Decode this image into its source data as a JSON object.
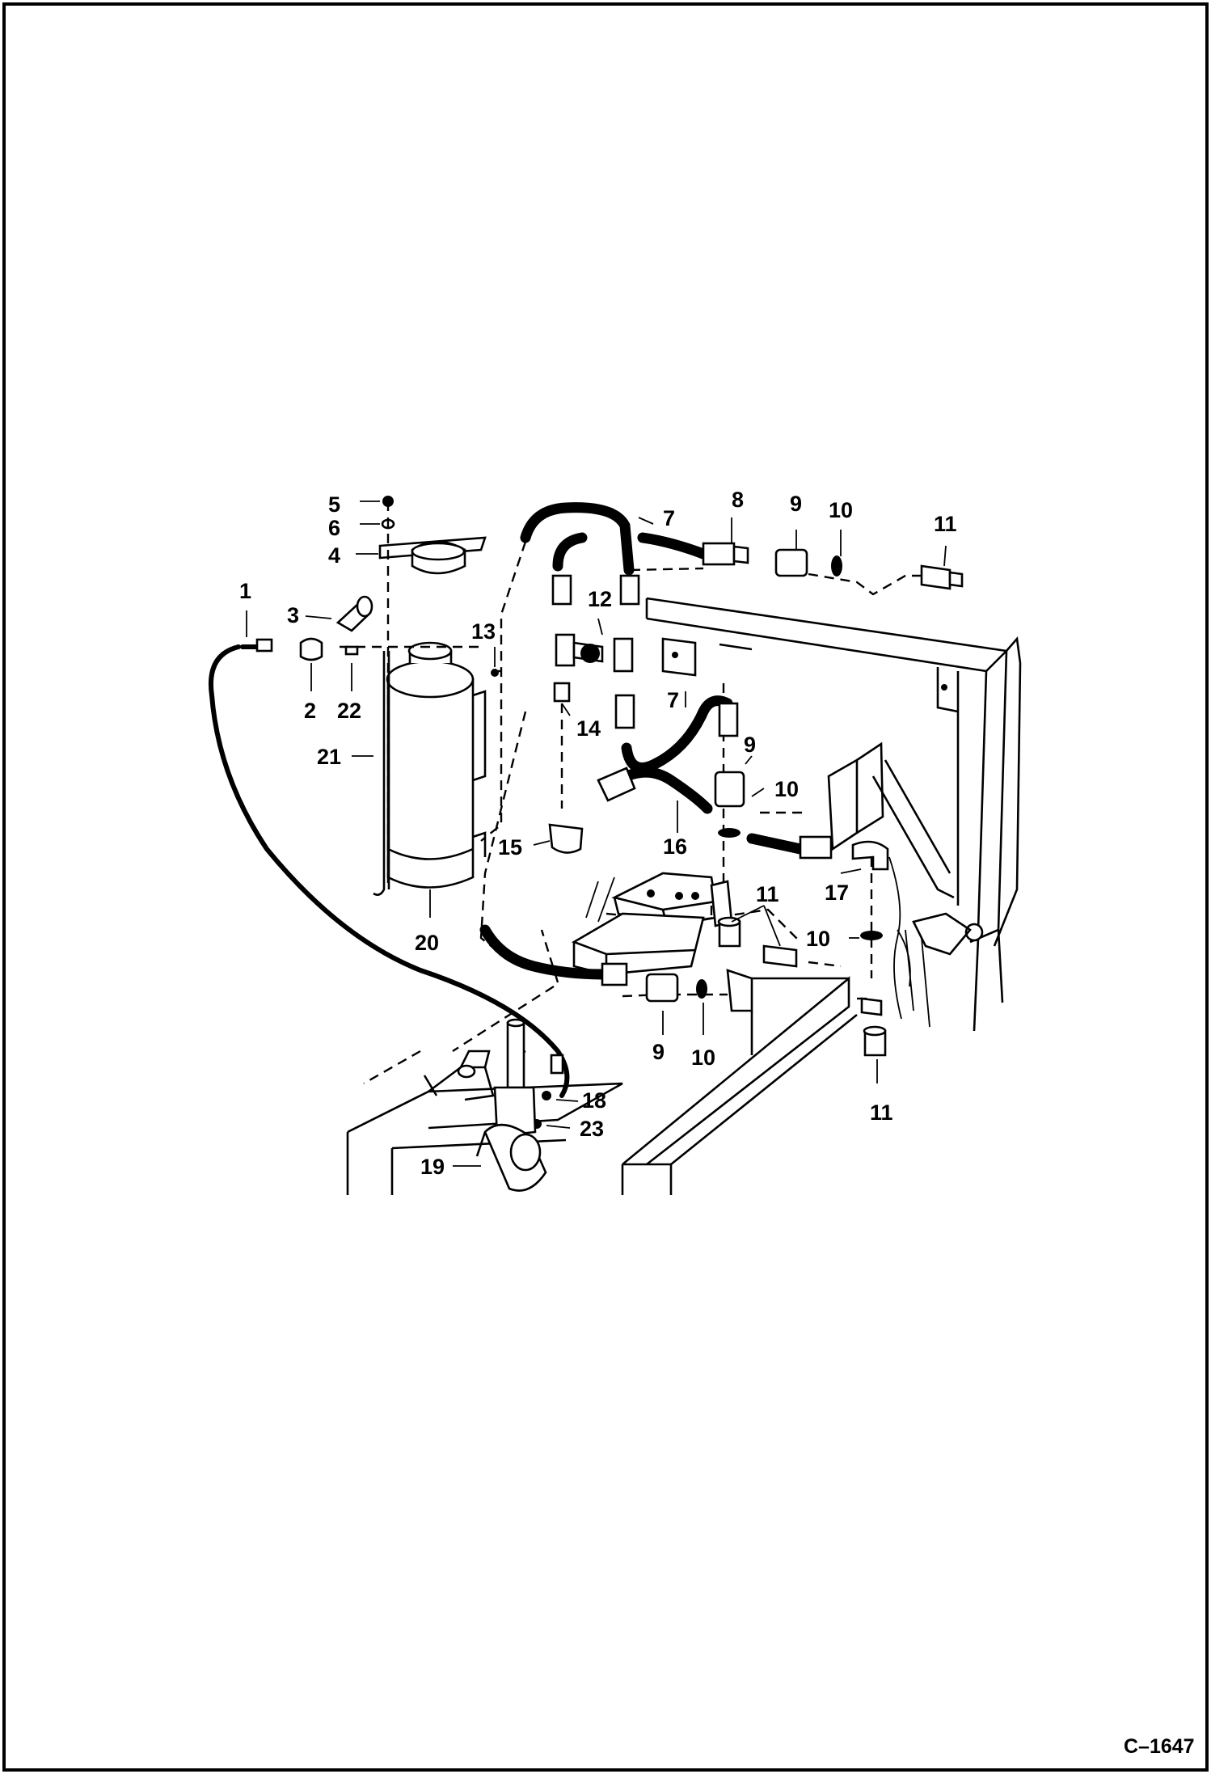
{
  "figure": {
    "number": "C–1647"
  },
  "callouts": [
    "1",
    "2",
    "3",
    "4",
    "5",
    "6",
    "7",
    "7",
    "8",
    "9",
    "9",
    "9",
    "10",
    "10",
    "10",
    "10",
    "11",
    "11",
    "11",
    "12",
    "13",
    "14",
    "15",
    "16",
    "17",
    "18",
    "19",
    "20",
    "21",
    "22",
    "23"
  ]
}
